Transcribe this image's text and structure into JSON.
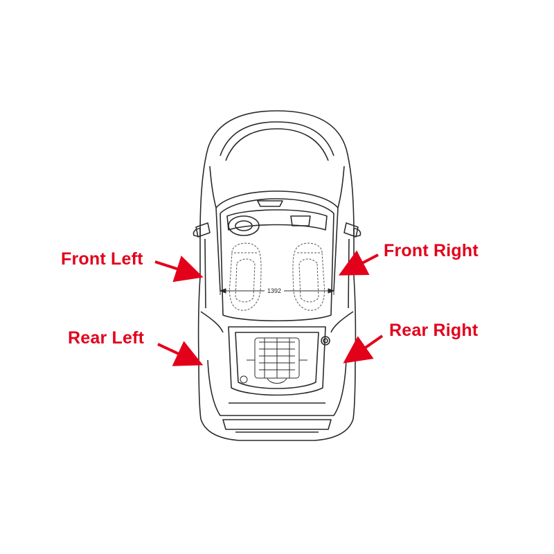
{
  "colors": {
    "accent": "#e3001b",
    "line": "#2a2a2a",
    "dashed": "#555555",
    "background": "#ffffff"
  },
  "labels": {
    "front_left": "Front Left",
    "front_right": "Front Right",
    "rear_left": "Rear Left",
    "rear_right": "Rear Right"
  },
  "dimension": {
    "track_width": "1392"
  }
}
